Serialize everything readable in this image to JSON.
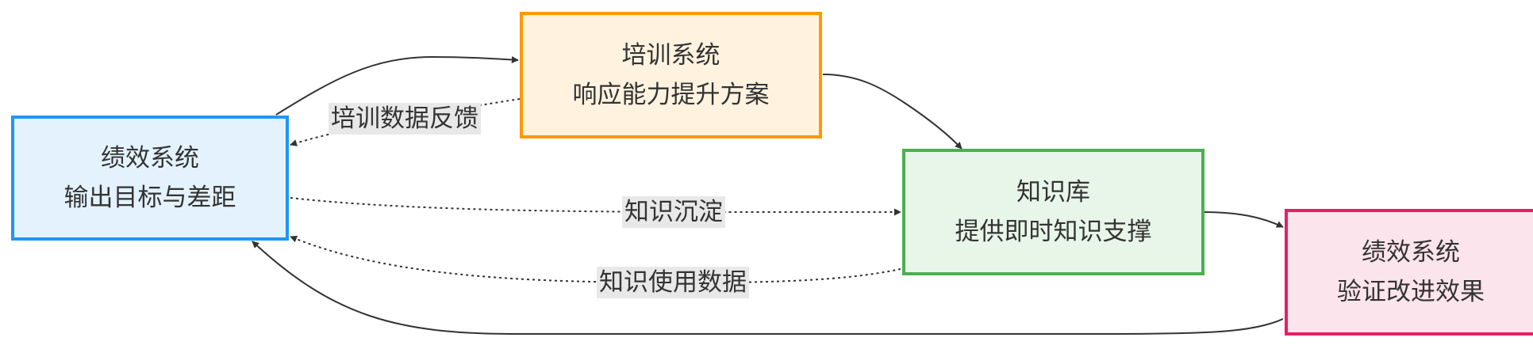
{
  "colors": {
    "perf_source": {
      "fill": "#e3f2fd",
      "stroke": "#2196f3"
    },
    "training": {
      "fill": "#fff3e0",
      "stroke": "#ff9800"
    },
    "knowledge": {
      "fill": "#e8f5e9",
      "stroke": "#4caf50"
    },
    "perf_verify": {
      "fill": "#fce4ec",
      "stroke": "#e91e63"
    },
    "edge": "#333333",
    "edge_label_bg": "#e8e8e8"
  },
  "nodes": {
    "perf_source": {
      "line1": "绩效系统",
      "line2": "输出目标与差距"
    },
    "training": {
      "line1": "培训系统",
      "line2": "响应能力提升方案"
    },
    "knowledge": {
      "line1": "知识库",
      "line2": "提供即时知识支撑"
    },
    "perf_verify": {
      "line1": "绩效系统",
      "line2": "验证改进效果"
    }
  },
  "edges": {
    "training_feedback": {
      "label": "培训数据反馈",
      "style": "dotted"
    },
    "knowledge_deposit": {
      "label": "知识沉淀",
      "style": "dotted"
    },
    "knowledge_usage": {
      "label": "知识使用数据",
      "style": "dotted"
    }
  }
}
